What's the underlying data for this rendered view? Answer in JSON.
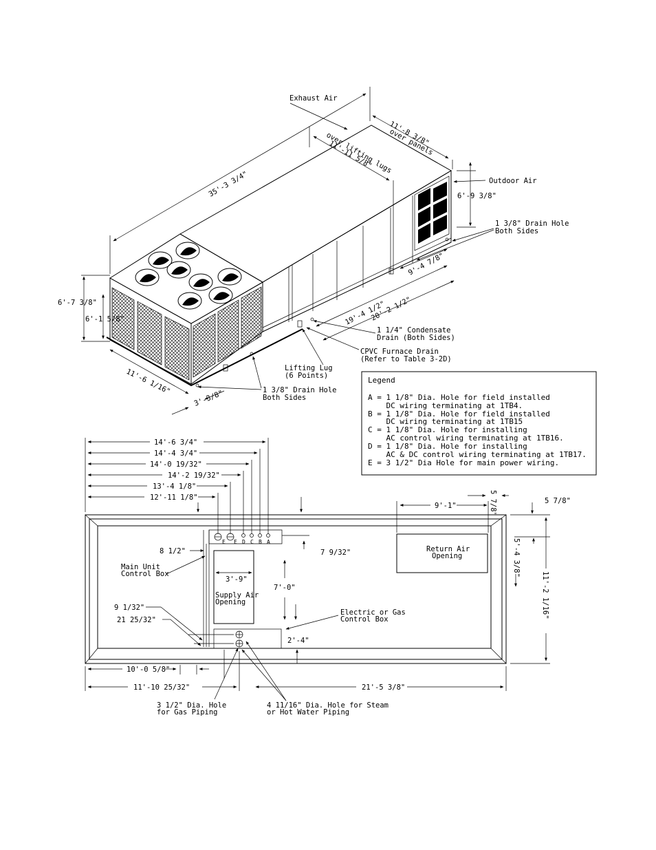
{
  "iso": {
    "exhaust_air": "Exhaust Air",
    "dim_over_panels_1": "11'-8 3/8\"",
    "dim_over_panels_2": "over panels",
    "dim_lugs_1": "over lifting lugs",
    "dim_lugs_2": "11'-11 5/8\"",
    "dim_length": "35'-3 3/4\"",
    "outdoor_air": "Outdoor Air",
    "dim_height_right": "6'-9 3/8\"",
    "drain_hole_right_1": "1 3/8\" Drain Hole",
    "drain_hole_right_2": "Both Sides",
    "dim_9_4": "9'-4 7/8\"",
    "dim_19_4": "19'-4 1/2\"",
    "dim_20_2": "20'-2 1/2\"",
    "condensate_1": "1 1/4\" Condensate",
    "condensate_2": "Drain (Both Sides)",
    "cpvc_1": "CPVC Furnace Drain",
    "cpvc_2": "(Refer to Table 3-2D)",
    "lug_1": "Lifting Lug",
    "lug_2": "(6 Points)",
    "dim_6_7": "6'-7 3/8\"",
    "dim_6_1": "6'-1 5/8\"",
    "dim_11_6": "11'-6 1/16\"",
    "dim_3_3": "3'-3/8\"",
    "drain_hole_left_1": "1 3/8\" Drain Hole",
    "drain_hole_left_2": "Both Sides"
  },
  "legend": {
    "title": "Legend",
    "lines": [
      "A = 1 1/8\" Dia. Hole for field installed",
      "    DC wiring terminating at 1TB4.",
      "B = 1 1/8\" Dia. Hole for field installed",
      "    DC wiring terminating at 1TB15",
      "C = 1 1/8\" Dia. Hole for installing",
      "    AC control wiring terminating at 1TB16.",
      "D = 1 1/8\" Dia. Hole for installing",
      "    AC & DC control wiring terminating at 1TB17.",
      "E = 3 1/2\" Dia Hole for main power wiring."
    ]
  },
  "plan": {
    "dims_top": [
      "14'-6 3/4\"",
      "14'-4 3/4\"",
      "14'-0 19/32\"",
      "14'-2 19/32\"",
      "13'-4 1/8\"",
      "12'-11 1/8\""
    ],
    "holes": [
      "E",
      "E",
      "D",
      "C",
      "B",
      "A"
    ],
    "dim_9_1": "9'-1\"",
    "dim_5_7_v": "5 7/8\"",
    "dim_5_7_h": "5 7/8\"",
    "dim_5_4": "5'-4 3/8\"",
    "dim_11_2": "11'-2 1/16\"",
    "return_air_1": "Return Air",
    "return_air_2": "Opening",
    "dim_8_1": "8 1/2\"",
    "dim_7_9": "7 9/32\"",
    "main_box_1": "Main Unit",
    "main_box_2": "Control Box",
    "dim_3_9": "3'-9\"",
    "dim_7_0": "7'-0\"",
    "supply_1": "Supply Air",
    "supply_2": "Opening",
    "dim_9_1_32": "9 1/32\"",
    "dim_21_25": "21 25/32\"",
    "electric_1": "Electric or Gas",
    "electric_2": "Control Box",
    "dim_2_4": "2'-4\"",
    "dim_10_0": "10'-0 5/8\"",
    "dim_11_10": "11'-10 25/32\"",
    "dim_21_5": "21'-5 3/8\"",
    "gas_1": "3 1/2\" Dia. Hole",
    "gas_2": "for Gas Piping",
    "steam_1": "4 11/16\" Dia. Hole for Steam",
    "steam_2": "or Hot Water Piping"
  }
}
